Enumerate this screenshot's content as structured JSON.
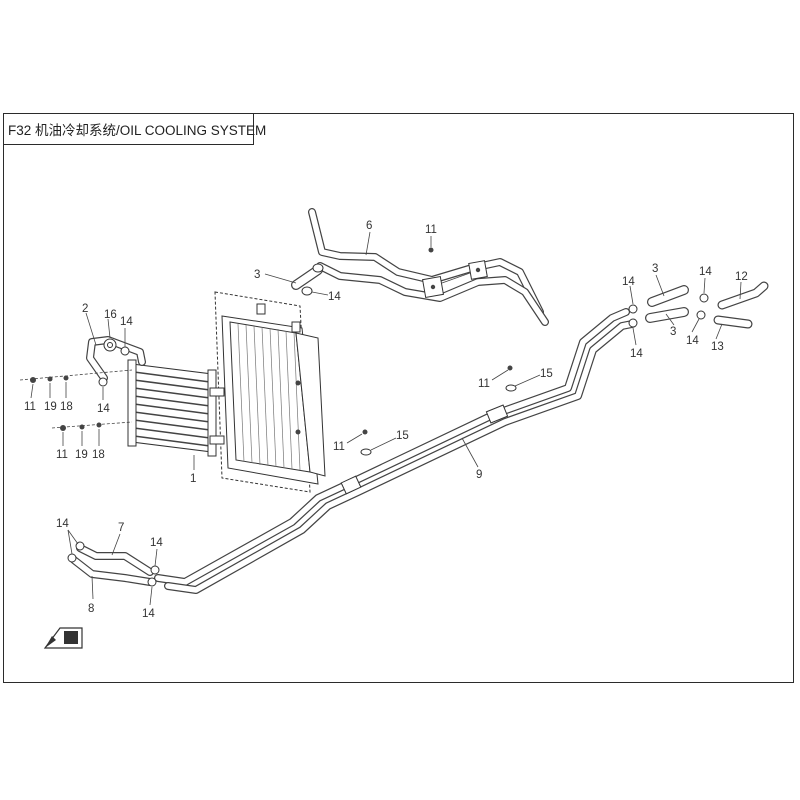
{
  "header": {
    "title": "F32  机油冷却系统/OIL COOLING SYSTEM"
  },
  "callouts": {
    "c1": "1",
    "c2": "2",
    "c3a": "3",
    "c3b": "3",
    "c3c": "3",
    "c6": "6",
    "c7": "7",
    "c8": "8",
    "c9": "9",
    "c11a": "11",
    "c11b": "11",
    "c11c": "11",
    "c11d": "11",
    "c11e": "11",
    "c12": "12",
    "c13": "13",
    "c14a": "14",
    "c14b": "14",
    "c14c": "14",
    "c14d": "14",
    "c14e": "14",
    "c14f": "14",
    "c14g": "14",
    "c14h": "14",
    "c14i": "14",
    "c15a": "15",
    "c15b": "15",
    "c16": "16",
    "c18a": "18",
    "c18b": "18",
    "c19a": "19",
    "c19b": "19"
  },
  "colors": {
    "line": "#444444",
    "frame": "#2b2b2b",
    "background": "#ffffff"
  },
  "icons": {
    "direction": "front-arrow-icon"
  }
}
